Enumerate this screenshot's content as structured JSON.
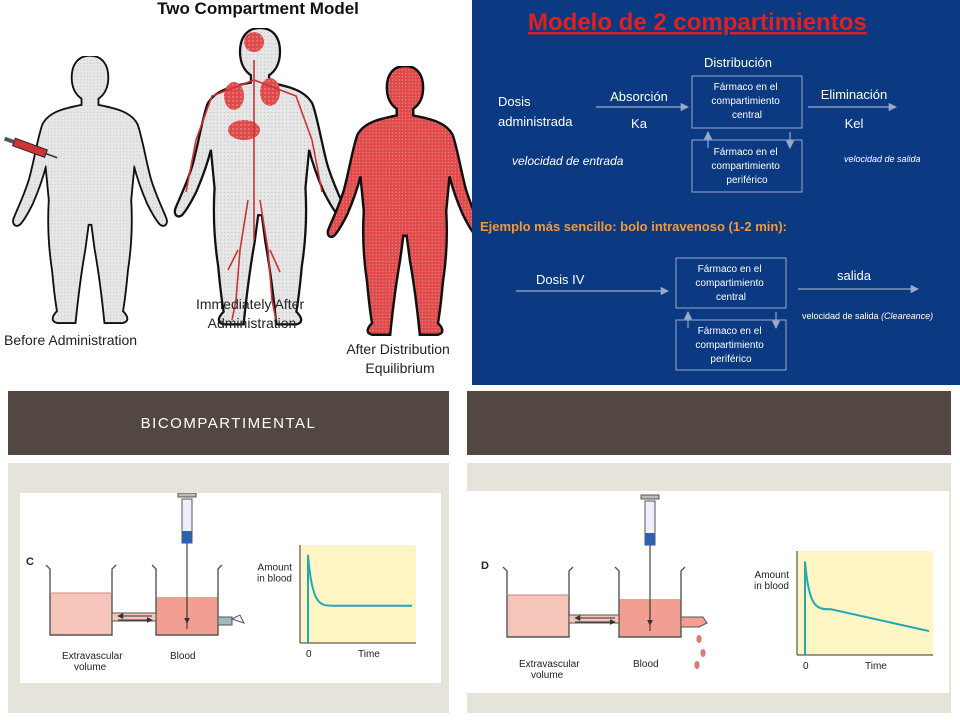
{
  "two_compartment_model": {
    "title": "Two Compartment Model",
    "captions": [
      "Before Administration",
      "Immediately After\nAdministration",
      "After Distribution\nEquilibrium"
    ]
  },
  "modelo": {
    "title": "Modelo de 2 compartimientos",
    "distribucion": "Distribución",
    "dosis_administrada": "Dosis\nadministrada",
    "absorcion": "Absorción",
    "ka": "Ka",
    "box_central": "Fármaco en el\ncompartimiento\ncentral",
    "eliminacion": "Eliminación",
    "kel": "Kel",
    "velocidad_entrada": "velocidad de entrada",
    "box_periferico": "Fármaco en el\ncompartimiento\nperiférico",
    "velocidad_salida": "velocidad de salida",
    "ejemplo": "Ejemplo más sencillo: bolo intravenoso (1-2 min):",
    "dosis_iv": "Dosis IV",
    "salida": "salida",
    "velocidad_salida_clearance_prefix": "velocidad de salida ",
    "velocidad_salida_clearance_italic": "(Cleareance)"
  },
  "header": {
    "left_label": "BICOMPARTIMENTAL",
    "right_label": ""
  },
  "figure_c": {
    "letter": "C",
    "extravascular": "Extravascular\nvolume",
    "blood": "Blood",
    "amount_in_blood": "Amount\nin blood",
    "time": "Time",
    "zero": "0"
  },
  "figure_d": {
    "letter": "D",
    "extravascular": "Extravascular\nvolume",
    "blood": "Blood",
    "amount_in_blood": "Amount\nin blood",
    "time": "Time",
    "zero": "0"
  },
  "colors": {
    "header_bg": "#524741",
    "panel_bg": "#e5e3da",
    "slide_blue": "#0b3a82",
    "title_red": "#e0201e",
    "orange": "#f29a3a",
    "body_red": "#e04a4a",
    "graph_bg": "#fdf5c4",
    "curve": "#24a7b5"
  }
}
